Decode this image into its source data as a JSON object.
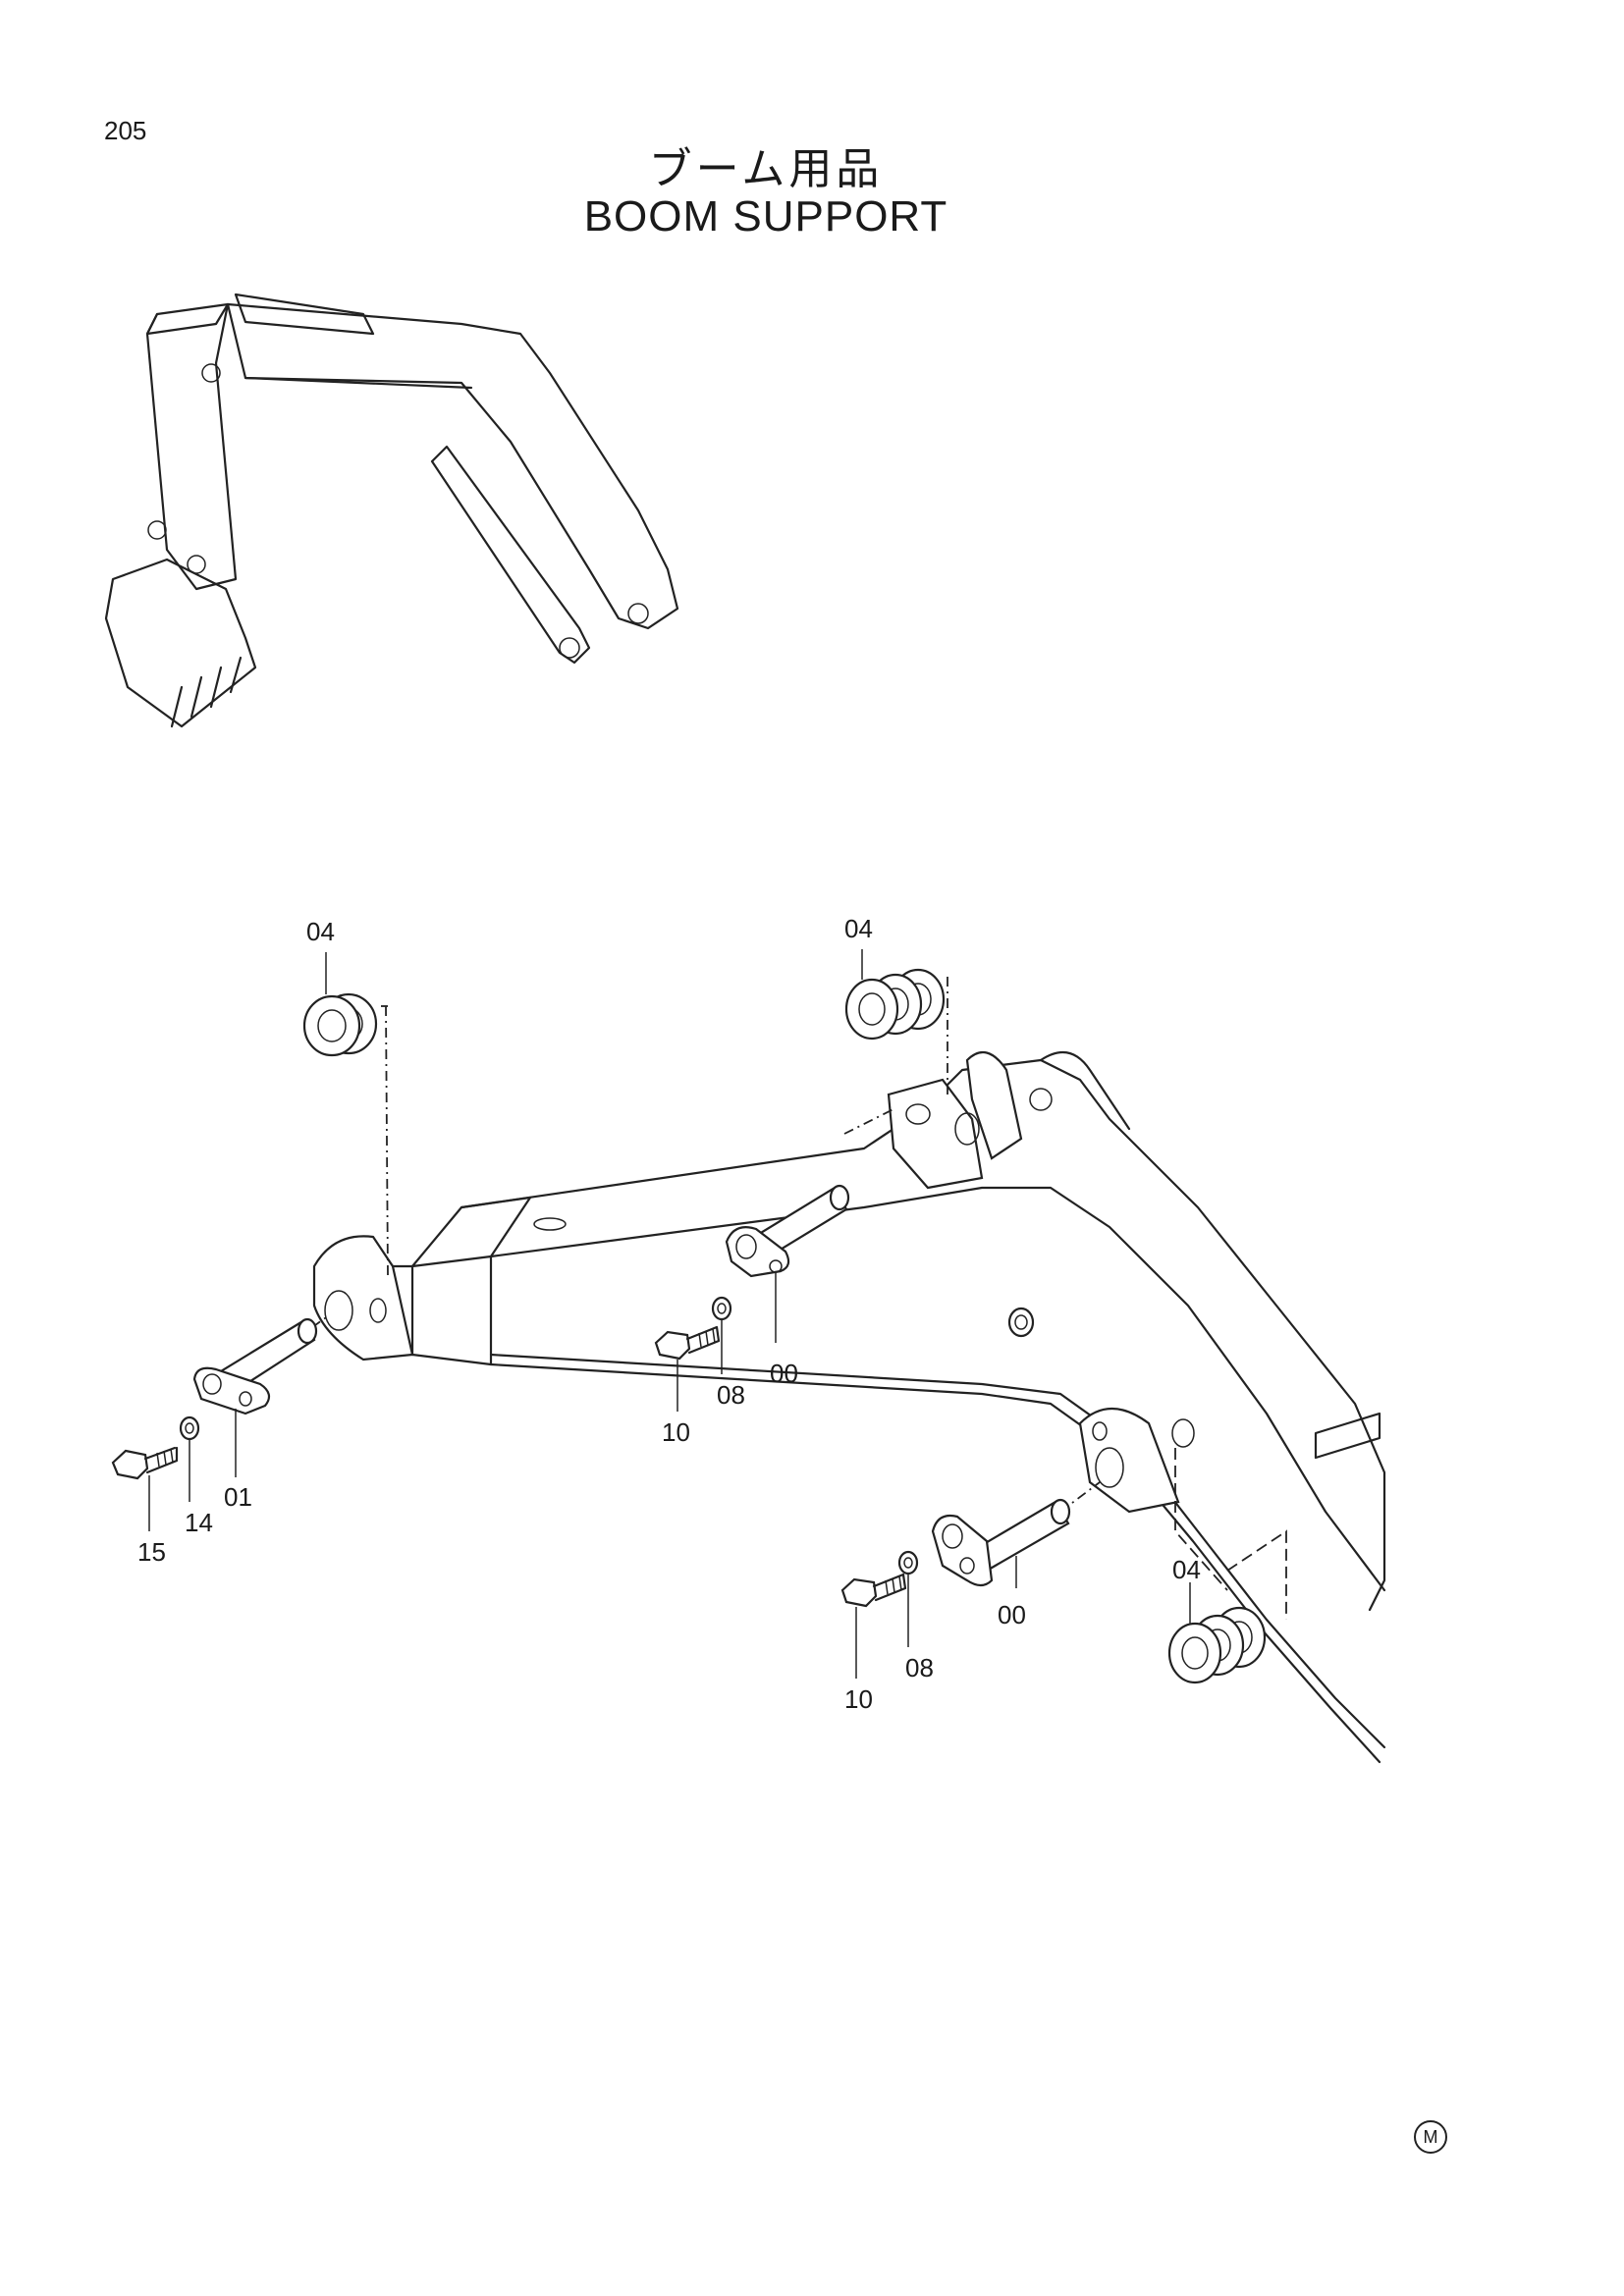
{
  "page_number": "205",
  "title_jp": "ブーム用品",
  "title_en": "BOOM SUPPORT",
  "callouts": {
    "washer_top_left": "04",
    "washer_top_right": "04",
    "washer_bottom_right": "04",
    "pin_left": "01",
    "pin_upper": "00",
    "pin_lower": "00",
    "bolt_left": "15",
    "washer_small_left": "14",
    "bolt_upper": "10",
    "washer_small_upper": "08",
    "bolt_lower": "10",
    "washer_small_lower": "08"
  },
  "corner_mark": "M"
}
